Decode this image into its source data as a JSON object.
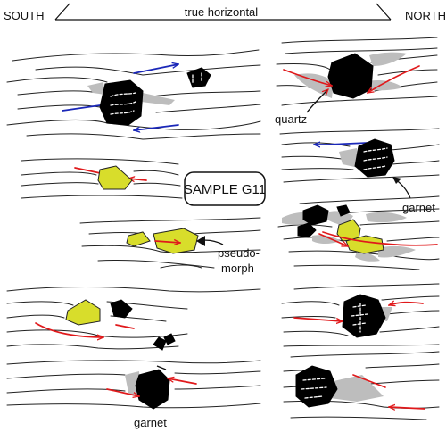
{
  "labels": {
    "south": "SOUTH",
    "north": "NORTH",
    "horizontal": "true horizontal",
    "sample": "SAMPLE G11",
    "quartz": "quartz",
    "garnet_right": "garnet",
    "pseudo_1": "pseudo-",
    "pseudo_2": "morph",
    "garnet_bottom": "garnet"
  },
  "colors": {
    "shear_red": "#e0191b",
    "shear_blue": "#1a27b8",
    "pseudomorph_fill": "#d8dd2b",
    "shadow_gray": "#bdbdbd",
    "garnet_fill": "#000000"
  }
}
